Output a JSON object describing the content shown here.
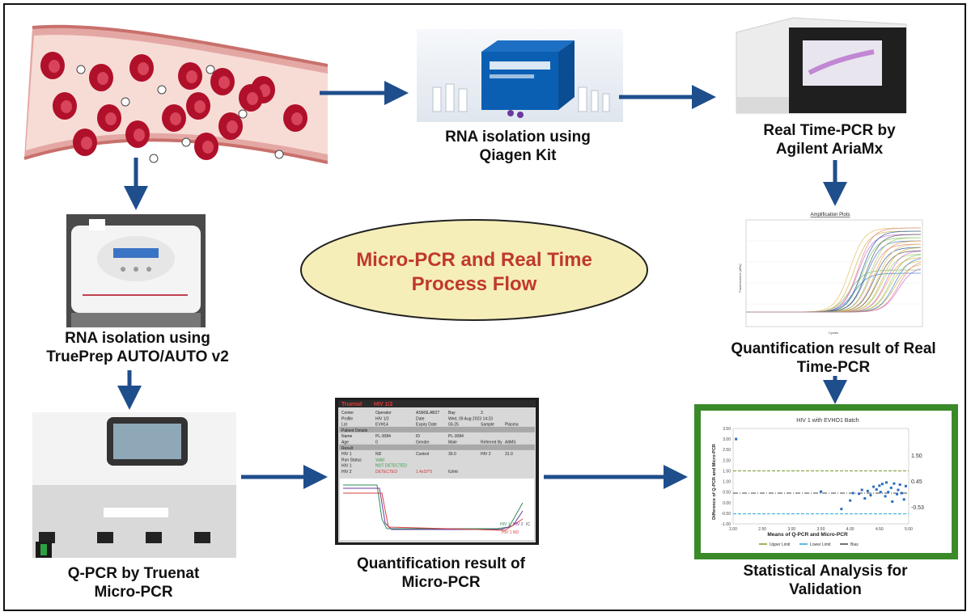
{
  "center": {
    "title_line1": "Micro-PCR and Real Time",
    "title_line2": "Process Flow"
  },
  "steps": {
    "blood": {
      "label": ""
    },
    "qiagen": {
      "label_line1": "RNA isolation using",
      "label_line2": "Qiagen Kit"
    },
    "ariamx": {
      "label_line1": "Real Time-PCR by",
      "label_line2": "Agilent AriaMx"
    },
    "trueprep": {
      "label_line1": "RNA isolation using",
      "label_line2": "TruePrep AUTO/AUTO v2"
    },
    "realtime_result": {
      "label_line1": "Quantification result of Real",
      "label_line2": "Time-PCR"
    },
    "truenat": {
      "label_line1": "Q-PCR by Truenat",
      "label_line2": "Micro-PCR"
    },
    "micro_result": {
      "label_line1": "Quantification result of",
      "label_line2": "Micro-PCR"
    },
    "stats": {
      "label_line1": "Statistical Analysis for",
      "label_line2": "Validation"
    }
  },
  "amplification_plot": {
    "title": "Amplification Plots",
    "ylabel": "Fluorescence (dRn)",
    "xlabel": "Cycles"
  },
  "truenat_report": {
    "brand": "Truenat",
    "test": "HIV 1/2",
    "rows": [
      [
        "Center",
        "Operator",
        "ASMSLAB27",
        "Bay",
        "3"
      ],
      [
        "Profile",
        "HIV 1/2",
        "Date",
        "Wed, 09 Aug 2023 14:23"
      ],
      [
        "Lot",
        "EVH14",
        "Expiry Date",
        "03-25",
        "Sample",
        "Plasma"
      ],
      [
        "Patient Details"
      ],
      [
        "Name",
        "PL-3084",
        "ID",
        "PL-3084"
      ],
      [
        "Age",
        "0",
        "Gender",
        "Male",
        "Referred By",
        "AIIMS"
      ],
      [
        "Result"
      ],
      [
        "HIV 1",
        "ND",
        "Control",
        "30.0",
        "HIV 2",
        "31.0"
      ],
      [
        "Run Status",
        "Valid"
      ],
      [
        "HIV 1",
        "NOT DETECTED"
      ],
      [
        "HIV 2",
        "DETECTED",
        "1.4x10^5",
        "IU/ml"
      ]
    ],
    "legend": [
      "HIV 1",
      "HIV 2",
      "IC",
      "HIV 1 ND"
    ]
  },
  "bland_altman": {
    "title": "HIV 1 with EVHO1 Batch",
    "xlabel": "Means of Q-PCR and Micro-PCR",
    "ylabel": "Difference of Q-PCR and Micro-PCR",
    "upper_label": "1.50",
    "mean_label": "0.45",
    "lower_label": "-0.53",
    "x_ticks": [
      "2.00",
      "2.50",
      "3.00",
      "3.50",
      "4.00",
      "4.50",
      "5.00"
    ],
    "y_ticks": [
      "3.50",
      "3.00",
      "2.50",
      "2.00",
      "1.50",
      "1.00",
      "0.50",
      "0.00",
      "-0.50",
      "-1.00"
    ],
    "legend": [
      "Upper Limit",
      "Lower Limit",
      "Bias"
    ],
    "colors": {
      "upper": "#7a9a2a",
      "lower": "#27a3d6",
      "bias": "#444444",
      "points": "#2a6fbf",
      "frame": "#3a8a2a"
    }
  },
  "chart_data": {
    "type": "scatter",
    "title": "HIV 1 with EVHO1 Batch",
    "xlabel": "Means of Q-PCR and Micro-PCR",
    "ylabel": "Difference of Q-PCR and Micro-PCR",
    "xlim": [
      2.0,
      5.0
    ],
    "ylim": [
      -1.0,
      3.5
    ],
    "series": [
      {
        "values": [
          [
            2.05,
            3.0
          ],
          [
            3.5,
            0.52
          ],
          [
            3.85,
            -0.3
          ],
          [
            4.0,
            0.1
          ],
          [
            4.05,
            0.45
          ],
          [
            4.15,
            0.42
          ],
          [
            4.2,
            0.6
          ],
          [
            4.25,
            0.2
          ],
          [
            4.3,
            0.55
          ],
          [
            4.35,
            0.35
          ],
          [
            4.4,
            0.75
          ],
          [
            4.45,
            0.62
          ],
          [
            4.5,
            0.8
          ],
          [
            4.52,
            0.5
          ],
          [
            4.55,
            0.88
          ],
          [
            4.6,
            0.3
          ],
          [
            4.62,
            0.95
          ],
          [
            4.65,
            0.5
          ],
          [
            4.7,
            0.7
          ],
          [
            4.72,
            0.05
          ],
          [
            4.75,
            0.9
          ],
          [
            4.8,
            0.4
          ],
          [
            4.82,
            0.6
          ],
          [
            4.85,
            0.85
          ],
          [
            4.88,
            0.45
          ],
          [
            4.92,
            0.15
          ],
          [
            4.95,
            0.78
          ]
        ]
      }
    ],
    "reference_lines": {
      "upper": 1.5,
      "bias": 0.45,
      "lower": -0.53
    }
  }
}
